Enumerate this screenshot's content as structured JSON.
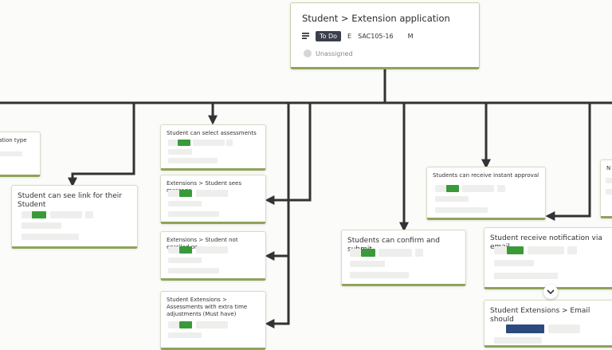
{
  "root": {
    "title": "Student > Extension application",
    "status": "To Do",
    "type_code": "E",
    "ticket_id": "SAC105-16",
    "priority": "M",
    "assignee": "Unassigned"
  },
  "cards": {
    "c0": "ation type",
    "c1": "Student can see link for their Student",
    "c2": "Student can select assessments",
    "c3": "Extensions > Student sees message",
    "c4": "Extensions > Student not enrolled on",
    "c5": "Student Extensions > Assessments with extra time adjustments (Must have)",
    "c6": "Students can confirm and submit",
    "c7": "Students can receive instant approval",
    "c8": "Student receive notification via email",
    "c9": "Student Extensions > Email should",
    "c10": "N"
  },
  "icons": {
    "menu": "menu-lines-icon",
    "chevron": "chevron-down-icon"
  },
  "colors": {
    "accent_green": "#3a9a3a",
    "card_border": "#8fa35a",
    "status_dark": "#3a3f4b",
    "navy": "#2c4a7e"
  }
}
